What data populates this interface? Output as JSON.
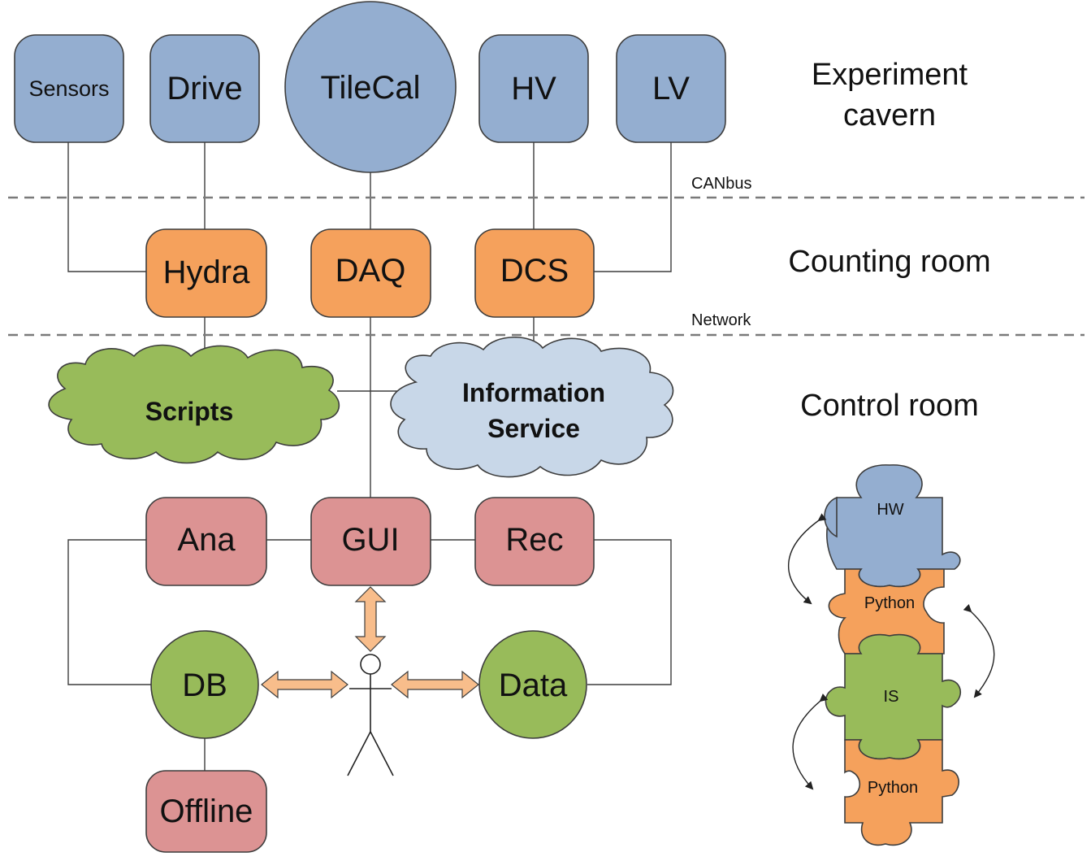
{
  "zones": {
    "experiment_cavern_line1": "Experiment",
    "experiment_cavern_line2": "cavern",
    "counting_room": "Counting room",
    "control_room": "Control room",
    "canbus": "CANbus",
    "network": "Network"
  },
  "nodes": {
    "sensors": "Sensors",
    "drive": "Drive",
    "tilecal": "TileCal",
    "hv": "HV",
    "lv": "LV",
    "hydra": "Hydra",
    "daq": "DAQ",
    "dcs": "DCS",
    "scripts": "Scripts",
    "information_service_line1": "Information",
    "information_service_line2": "Service",
    "ana": "Ana",
    "gui": "GUI",
    "rec": "Rec",
    "db": "DB",
    "data": "Data",
    "offline": "Offline"
  },
  "puzzle": {
    "hw": "HW",
    "python_top": "Python",
    "is": "IS",
    "python_bottom": "Python"
  },
  "colors": {
    "cavern_blue": "#94aed0",
    "counting_orange": "#f5a15c",
    "control_pink": "#dc9393",
    "storage_green": "#98bb5a",
    "info_service_blue": "#c8d7e8",
    "arrow_peach": "#f8bd8b"
  }
}
